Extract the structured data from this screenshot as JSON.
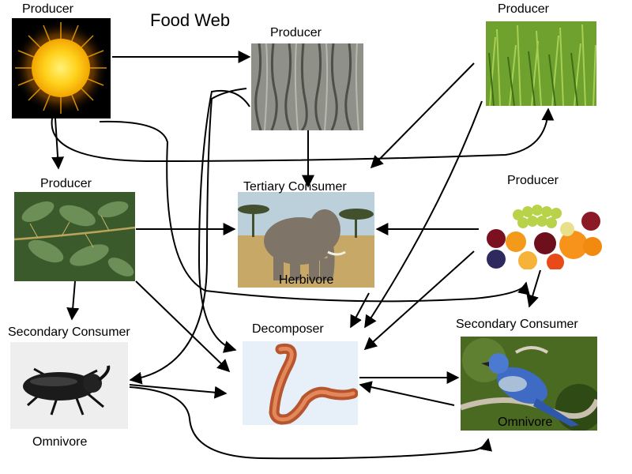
{
  "title": "Food Web",
  "labels": {
    "sun": "Producer",
    "bark": "Producer",
    "grass": "Producer",
    "leaves": "Producer",
    "fruit": "Producer",
    "elephant": "Tertiary Consumer",
    "elephant_sub": "Herbivore",
    "worm": "Decomposer",
    "beetle": "Secondary Consumer",
    "beetle_sub": "Omnivore",
    "bird": "Secondary Consumer",
    "bird_sub": "Omnivore"
  },
  "icons": {
    "sun": "sun-icon",
    "bark": "tree-bark-icon",
    "grass": "grass-icon",
    "leaves": "leaves-icon",
    "fruit": "fruit-icon",
    "elephant": "elephant-icon",
    "worm": "earthworm-icon",
    "beetle": "beetle-icon",
    "bird": "bluebird-icon"
  },
  "colors": {
    "arrow": "#000000"
  }
}
